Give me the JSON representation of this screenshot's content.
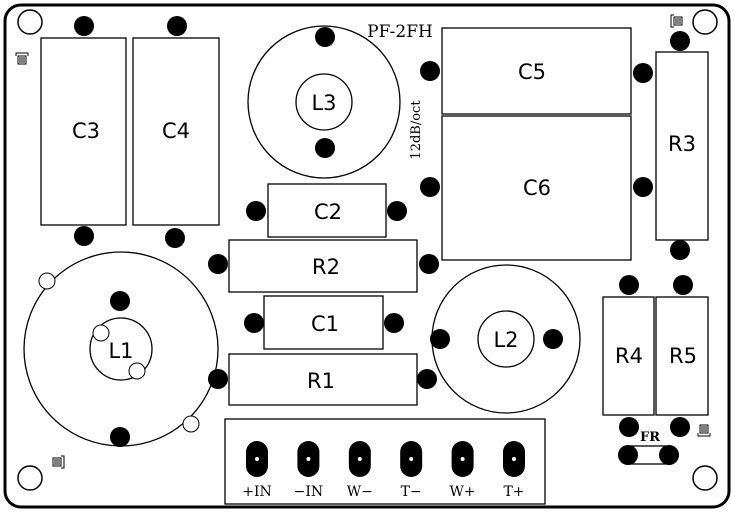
{
  "board": {
    "title": "PF-2FH",
    "slope": "12dB/oct"
  },
  "components": {
    "c1": "C1",
    "c2": "C2",
    "c3": "C3",
    "c4": "C4",
    "c5": "C5",
    "c6": "C6",
    "r1": "R1",
    "r2": "R2",
    "r3": "R3",
    "r4": "R4",
    "r5": "R5",
    "l1": "L1",
    "l2": "L2",
    "l3": "L3",
    "fr": "FR"
  },
  "terminals": [
    "+IN",
    "−IN",
    "W−",
    "T−",
    "W+",
    "T+"
  ]
}
